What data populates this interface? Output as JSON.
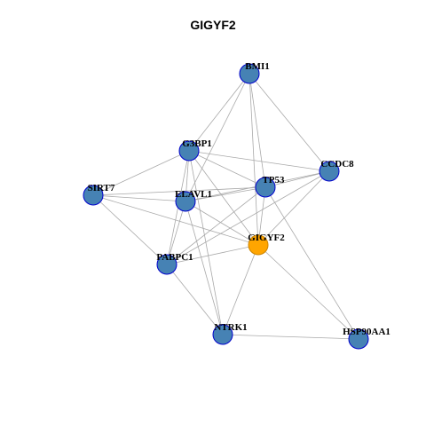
{
  "title": "GIGYF2",
  "style": {
    "node_fill": "#4682B4",
    "node_stroke": "#0000CD",
    "highlight_fill": "#FFA500",
    "highlight_stroke": "#CC8400",
    "edge_color": "#A9A9A9"
  },
  "graph": {
    "highlight": "GIGYF2",
    "nodes": [
      "BMI1",
      "G3BP1",
      "CCDC8",
      "SIRT7",
      "TP53",
      "ELAVL1",
      "GIGYF2",
      "PABPC1",
      "NTRK1",
      "HSP90AA1"
    ],
    "edges": [
      [
        "BMI1",
        "G3BP1"
      ],
      [
        "BMI1",
        "ELAVL1"
      ],
      [
        "BMI1",
        "TP53"
      ],
      [
        "BMI1",
        "GIGYF2"
      ],
      [
        "BMI1",
        "CCDC8"
      ],
      [
        "G3BP1",
        "SIRT7"
      ],
      [
        "G3BP1",
        "ELAVL1"
      ],
      [
        "G3BP1",
        "TP53"
      ],
      [
        "G3BP1",
        "CCDC8"
      ],
      [
        "G3BP1",
        "GIGYF2"
      ],
      [
        "G3BP1",
        "PABPC1"
      ],
      [
        "G3BP1",
        "NTRK1"
      ],
      [
        "SIRT7",
        "ELAVL1"
      ],
      [
        "SIRT7",
        "TP53"
      ],
      [
        "SIRT7",
        "GIGYF2"
      ],
      [
        "SIRT7",
        "PABPC1"
      ],
      [
        "ELAVL1",
        "TP53"
      ],
      [
        "ELAVL1",
        "CCDC8"
      ],
      [
        "ELAVL1",
        "GIGYF2"
      ],
      [
        "ELAVL1",
        "PABPC1"
      ],
      [
        "ELAVL1",
        "NTRK1"
      ],
      [
        "TP53",
        "CCDC8"
      ],
      [
        "TP53",
        "GIGYF2"
      ],
      [
        "TP53",
        "PABPC1"
      ],
      [
        "TP53",
        "HSP90AA1"
      ],
      [
        "CCDC8",
        "GIGYF2"
      ],
      [
        "CCDC8",
        "PABPC1"
      ],
      [
        "GIGYF2",
        "PABPC1"
      ],
      [
        "GIGYF2",
        "NTRK1"
      ],
      [
        "GIGYF2",
        "HSP90AA1"
      ],
      [
        "PABPC1",
        "NTRK1"
      ],
      [
        "NTRK1",
        "HSP90AA1"
      ]
    ]
  }
}
